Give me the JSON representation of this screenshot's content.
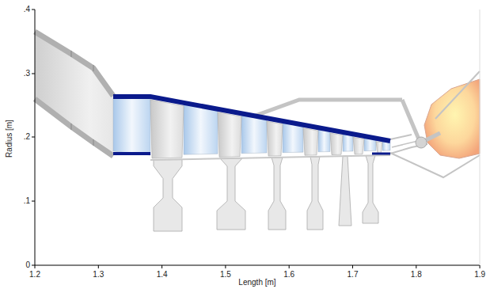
{
  "diagram": {
    "labels": [
      "0",
      ".1",
      ".2",
      ".3",
      ".4",
      "1.2",
      "1.3",
      "1.4",
      "1.5",
      "1.6",
      "1.7",
      "1.8",
      "1.9",
      "Radius [m]",
      "Length [m]"
    ]
  }
}
